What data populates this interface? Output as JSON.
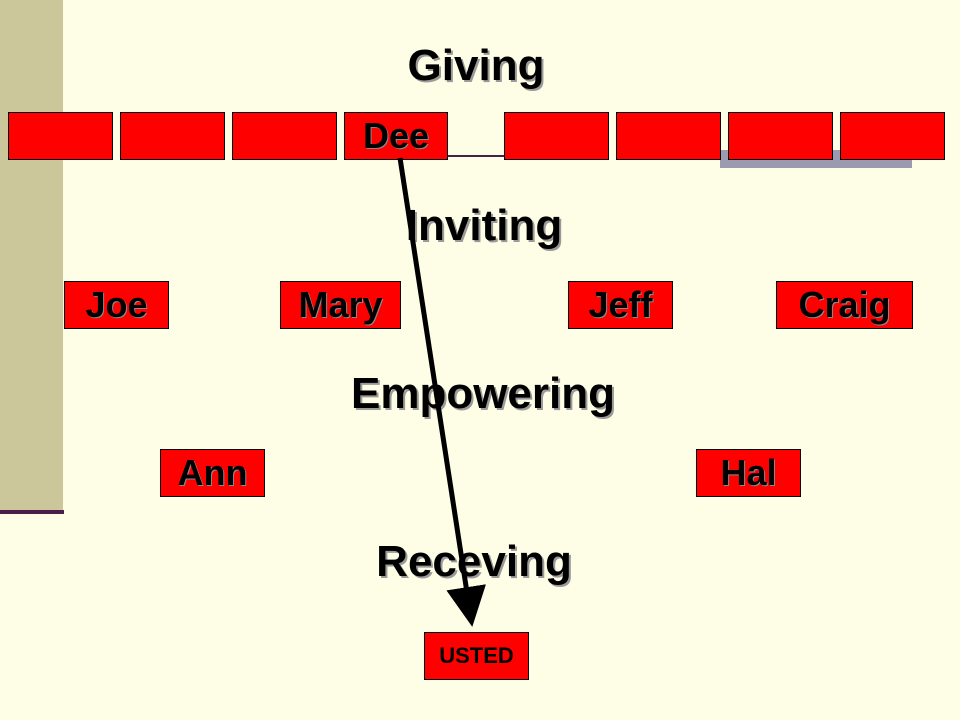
{
  "headings": {
    "giving": "Giving",
    "inviting": "Inviting",
    "empowering": "Empowering",
    "receiving": "Receving"
  },
  "top_row": {
    "labels": [
      "",
      "",
      "",
      "Dee",
      "",
      "",
      "",
      ""
    ]
  },
  "inviting_row": {
    "labels": [
      "Joe",
      "Mary",
      "Jeff",
      "Craig"
    ]
  },
  "empowering_row": {
    "labels": [
      "Ann",
      "Hal"
    ]
  },
  "bottom": {
    "label": "USTED"
  },
  "colors": {
    "box_fill": "#ff0000",
    "background": "#fefee6",
    "side_bar": "#cbc79a",
    "arrow": "#000000"
  }
}
